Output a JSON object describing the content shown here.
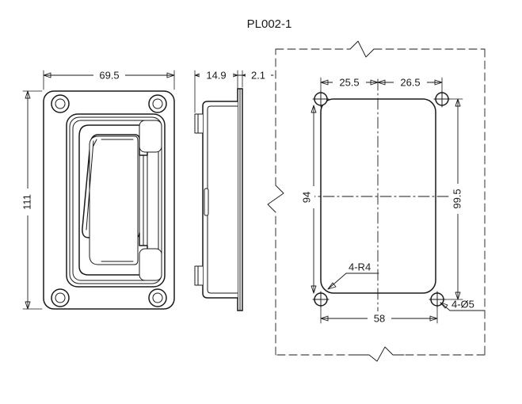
{
  "drawing": {
    "title": "PL002-1",
    "background_color": "#ffffff",
    "line_color": "#1a1a1a"
  },
  "views": {
    "front": {
      "name": "front-view",
      "dimensions": {
        "width": "69.5",
        "height": "111"
      }
    },
    "side": {
      "name": "side-view",
      "dimensions": {
        "body_depth": "14.9",
        "flange_thickness": "2.1"
      }
    },
    "cutout": {
      "name": "cutout-view",
      "dimensions": {
        "top_left": "25.5",
        "top_right": "26.5",
        "inner_height": "94",
        "hole_spacing_vertical": "99.5",
        "hole_spacing_horizontal": "58"
      },
      "notes": {
        "corner_radius": "4-R4",
        "holes": "4-Ø5"
      }
    }
  }
}
